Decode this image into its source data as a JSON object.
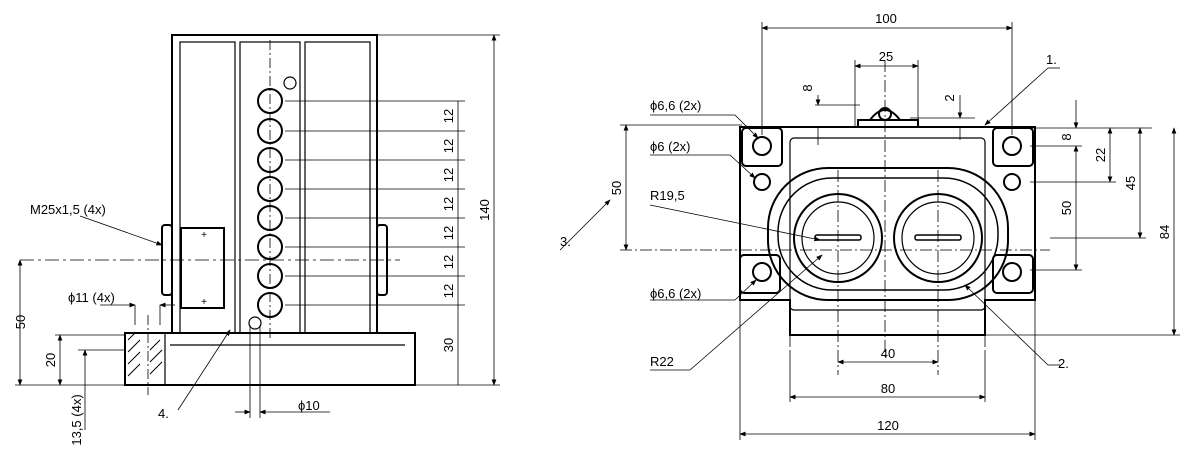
{
  "side_view": {
    "thread_label": "M25x1,5 (4x)",
    "hole_label": "ϕ11 (4x)",
    "pin_diameter": "ϕ10",
    "callout_4": "4.",
    "dim_50": "50",
    "dim_20": "20",
    "dim_13_5": "13,5 (4x)",
    "dim_30": "30",
    "dim_140": "140",
    "dim_12_values": [
      "12",
      "12",
      "12",
      "12",
      "12",
      "12",
      "12"
    ]
  },
  "front_view": {
    "dim_100": "100",
    "dim_25": "25",
    "dim_8_top": "8",
    "dim_2": "2",
    "callout_1": "1.",
    "hole_66_top": "ϕ6,6 (2x)",
    "hole_6": "ϕ6 (2x)",
    "radius_19_5": "R19,5",
    "dim_50_left": "50",
    "callout_3": "3.",
    "hole_66_bottom": "ϕ6,6 (2x)",
    "radius_22": "R22",
    "dim_40": "40",
    "dim_80": "80",
    "dim_120": "120",
    "callout_2": "2.",
    "dim_8_right": "8",
    "dim_22": "22",
    "dim_50_right": "50",
    "dim_45": "45",
    "dim_84": "84"
  }
}
